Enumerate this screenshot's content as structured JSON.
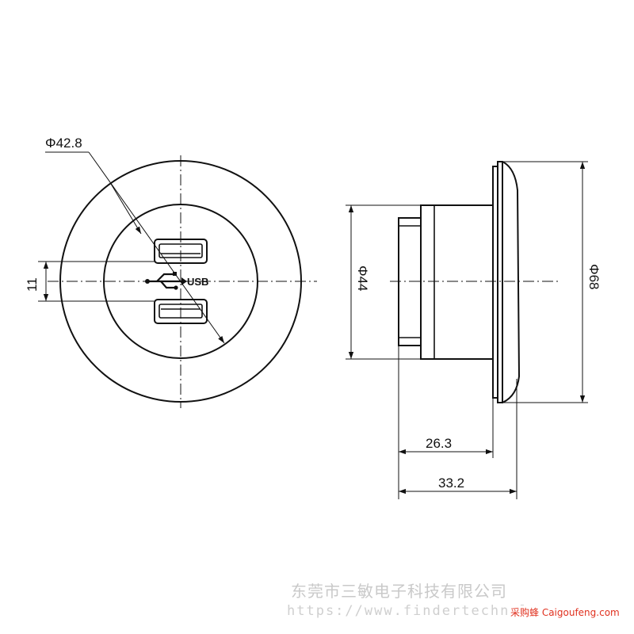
{
  "drawing": {
    "front_view": {
      "outer_diameter_label": "Φ42.8",
      "usb_logo_label": "USB",
      "port_spacing_label": "11"
    },
    "side_view": {
      "body_diameter_label": "Φ44",
      "flange_diameter_label": "Φ68",
      "depth_short_label": "26.3",
      "depth_total_label": "33.2"
    }
  },
  "watermark": {
    "company": "东莞市三敏电子科技有限公司",
    "url": "https://www.findertechnolog",
    "badge": "采购蜂 Caigoufeng.com"
  },
  "colors": {
    "line": "#111111",
    "watermark": "#c9c9c9",
    "badge": "#e0301e"
  }
}
